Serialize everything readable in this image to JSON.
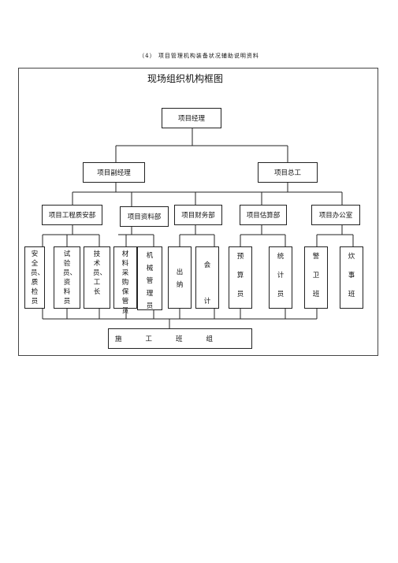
{
  "caption": "（4） 项目管理机构装备状况辅助说明资料",
  "diagram": {
    "title": "现场组织机构框图",
    "top": "项目经理",
    "level2": [
      "项目副经理",
      "项目总工"
    ],
    "departments": [
      "项目工程质安部",
      "项目资料部",
      "项目财务部",
      "项目估算部",
      "项目办公室"
    ],
    "staff": [
      "安全员、质检员",
      "试验员、资料员",
      "技术员、工长",
      "材料采购保管员",
      "机械管理员",
      "出纳",
      "会计",
      "预算员",
      "统计员",
      "警卫班",
      "炊事班"
    ],
    "workers": [
      "施",
      "工",
      "班",
      "组"
    ]
  }
}
